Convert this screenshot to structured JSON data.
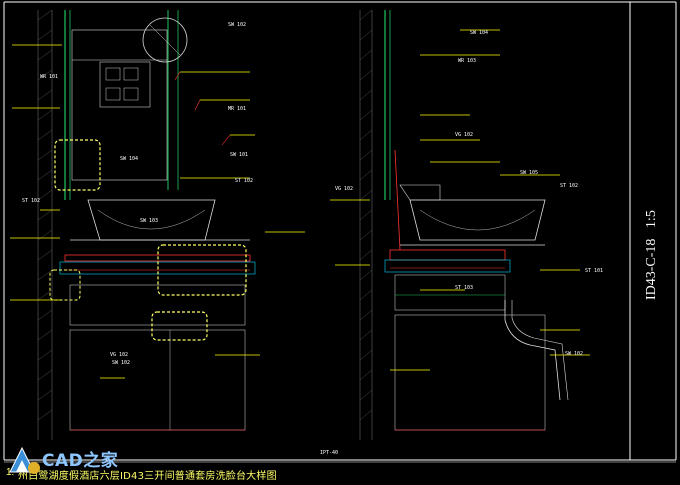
{
  "drawing": {
    "side_code": "ID43-C-18",
    "scale": "1:5",
    "title": "ID43三开间普通套房洗脸台大样图",
    "title_prefix": "州白鹭湖度假酒店六层",
    "number": "1:"
  },
  "logo": {
    "text": "CAD之家"
  },
  "tags": [
    "SW 102",
    "WR 101",
    "MR 101",
    "SW 104",
    "SW 101",
    "ST 102",
    "ST 102",
    "SW 103",
    "VG 102",
    "SW 102",
    "SW 104",
    "WR 103",
    "VG 102",
    "SW 105",
    "ST 102",
    "ST 101",
    "ST 103",
    "SW 102",
    "VG 102",
    "IPT-40"
  ],
  "colors": {
    "background": "#000000",
    "yellow": "#ffff00",
    "green": "#22c55e",
    "red": "#ff3333",
    "cyan": "#00d5ff",
    "white": "#ffffff"
  }
}
